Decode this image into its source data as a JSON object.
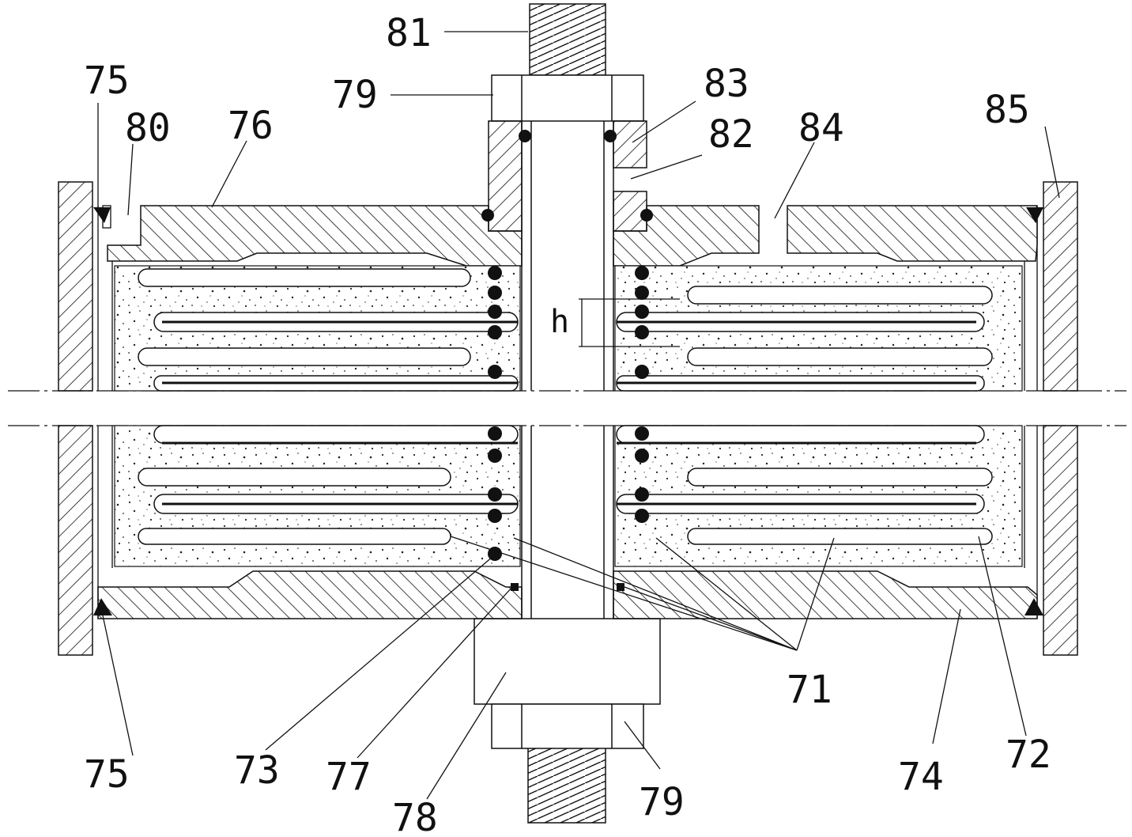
{
  "labels": {
    "l81": "81",
    "l79_top": "79",
    "l83": "83",
    "l82": "82",
    "l84": "84",
    "l85": "85",
    "l75_top": "75",
    "l80": "80",
    "l76": "76",
    "l75_bottom": "75",
    "l73": "73",
    "l77": "77",
    "l78": "78",
    "l79_bottom": "79",
    "l71": "71",
    "l74": "74",
    "l72": "72",
    "h": "h"
  },
  "colors": {
    "line": "#111111",
    "fill": "#ffffff",
    "speckle": "#222222"
  }
}
